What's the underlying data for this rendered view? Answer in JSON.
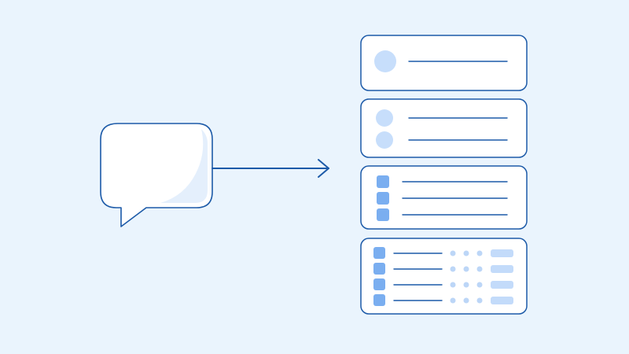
{
  "colors": {
    "background": "#eaf4fd",
    "stroke": "#1c5aa8",
    "card_fill": "#ffffff",
    "bubble_shade": "#e4effc",
    "circle_fill": "#c7defb",
    "square_fill": "#7aaef0",
    "dot_fill": "#bcd6f7",
    "pill_fill": "#c3dbfa"
  },
  "diagram": {
    "source": {
      "type": "speech-bubble"
    },
    "connector": {
      "type": "arrow",
      "direction": "right"
    },
    "cards": [
      {
        "kind": "avatar-line",
        "rows": 1
      },
      {
        "kind": "avatar-lines",
        "rows": 2
      },
      {
        "kind": "checklist",
        "rows": 3
      },
      {
        "kind": "table",
        "rows": 4,
        "dots_per_row": 3
      }
    ]
  }
}
